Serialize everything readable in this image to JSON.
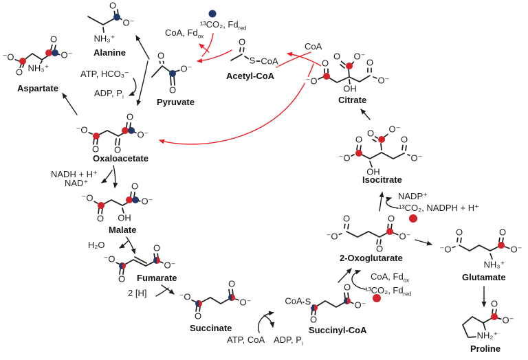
{
  "colors": {
    "label_red": "#d2232a",
    "label_blue": "#1f3868",
    "arrow_red": "#ed1c24",
    "bond": "#1c1c1c"
  },
  "molecules": {
    "aspartate": {
      "label": "Aspartate"
    },
    "alanine": {
      "label": "Alanine"
    },
    "pyruvate": {
      "label": "Pyruvate"
    },
    "acetyl_coa": {
      "label": "Acetyl-CoA"
    },
    "citrate": {
      "label": "Citrate"
    },
    "oxaloacetate": {
      "label": "Oxaloacetate"
    },
    "isocitrate": {
      "label": "Isocitrate"
    },
    "malate": {
      "label": "Malate"
    },
    "oxoglutarate": {
      "label": "2-Oxoglutarate"
    },
    "glutamate": {
      "label": "Glutamate"
    },
    "fumarate": {
      "label": "Fumarate"
    },
    "succinate": {
      "label": "Succinate"
    },
    "succinyl_coa": {
      "label": "Succinyl-CoA"
    },
    "proline": {
      "label": "Proline"
    }
  },
  "atoms": {
    "o": "O",
    "o_minus": "O⁻",
    "minus_o": "⁻O",
    "oh": "OH",
    "nh3": "NH₃⁺",
    "nh2": "NH₂⁺",
    "s": "S",
    "coa": "CoA"
  },
  "cofactors": {
    "coa_fdox": [
      {
        "t": "CoA, Fd"
      },
      {
        "t": "ox",
        "s": "sub"
      }
    ],
    "co2_fdred": [
      {
        "t": "¹³CO₂, Fd"
      },
      {
        "t": "red",
        "s": "sub"
      }
    ],
    "coa": "CoA",
    "atp_hco3": "ATP, HCO₃⁻",
    "adp_pi": [
      {
        "t": "ADP, P"
      },
      {
        "t": "i",
        "s": "sub"
      }
    ],
    "nadh_h": "NADH + H⁺",
    "nad": "NAD⁺",
    "h2o": "H₂O",
    "two_h": "2 [H]",
    "atp_coa": "ATP, CoA",
    "nadp": "NADP⁺",
    "co2_nadph": "¹³CO₂, NADPH + H⁺"
  }
}
